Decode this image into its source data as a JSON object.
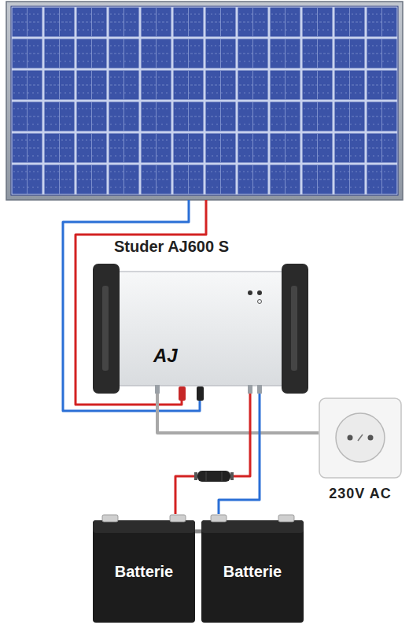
{
  "diagram": {
    "nodes": [
      {
        "text": [
          "Studer AJ600 S",
          "AJ"
        ]
      },
      {
        "text": [
          "230V AC"
        ]
      },
      {
        "text": [
          "Batterie"
        ]
      },
      {
        "text": [
          "Batterie"
        ]
      }
    ],
    "edges": [
      {
        "from": 0,
        "to": 1,
        "arrow": "none"
      },
      {
        "from": 0,
        "to": 2,
        "arrow": "none"
      },
      {
        "from": 0,
        "to": 3,
        "arrow": "none"
      },
      {
        "from": 2,
        "to": 3,
        "arrow": "none"
      }
    ]
  }
}
